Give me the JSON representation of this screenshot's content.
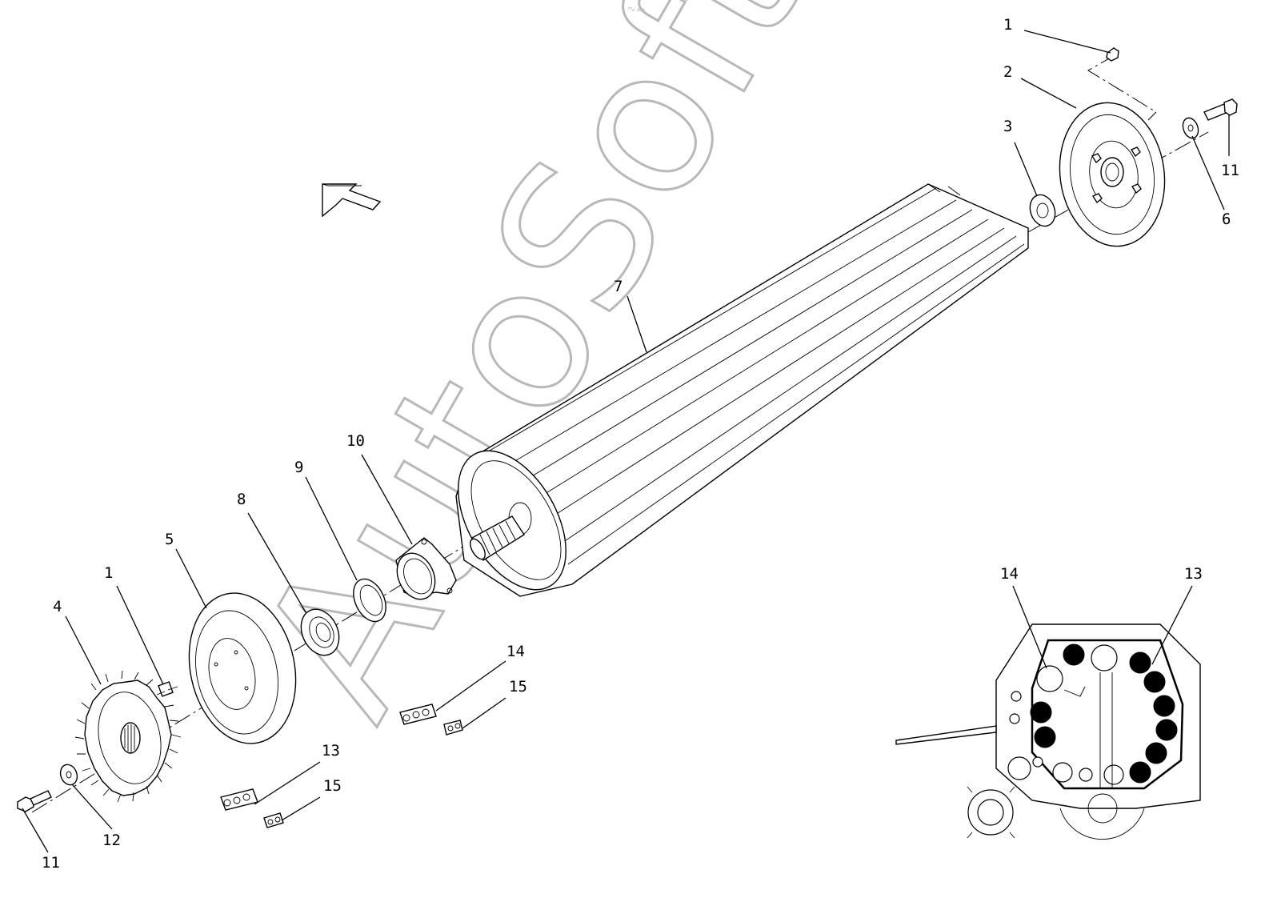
{
  "callouts": [
    {
      "id": "c1-top",
      "text": "1"
    },
    {
      "id": "c2",
      "text": "2"
    },
    {
      "id": "c3",
      "text": "3"
    },
    {
      "id": "c11-top",
      "text": "11"
    },
    {
      "id": "c6",
      "text": "6"
    },
    {
      "id": "c7",
      "text": "7"
    },
    {
      "id": "c10",
      "text": "10"
    },
    {
      "id": "c9",
      "text": "9"
    },
    {
      "id": "c8",
      "text": "8"
    },
    {
      "id": "c5",
      "text": "5"
    },
    {
      "id": "c1-bottom",
      "text": "1"
    },
    {
      "id": "c4",
      "text": "4"
    },
    {
      "id": "c14-mid",
      "text": "14"
    },
    {
      "id": "c15-mid",
      "text": "15"
    },
    {
      "id": "c13-low",
      "text": "13"
    },
    {
      "id": "c15-low",
      "text": "15"
    },
    {
      "id": "c12",
      "text": "12"
    },
    {
      "id": "c11-bottom",
      "text": "11"
    },
    {
      "id": "c14-inset",
      "text": "14"
    },
    {
      "id": "c13-inset",
      "text": "13"
    }
  ],
  "watermark": "AutoSoft",
  "header_mark": "ᵐₒ ₂₀₀"
}
